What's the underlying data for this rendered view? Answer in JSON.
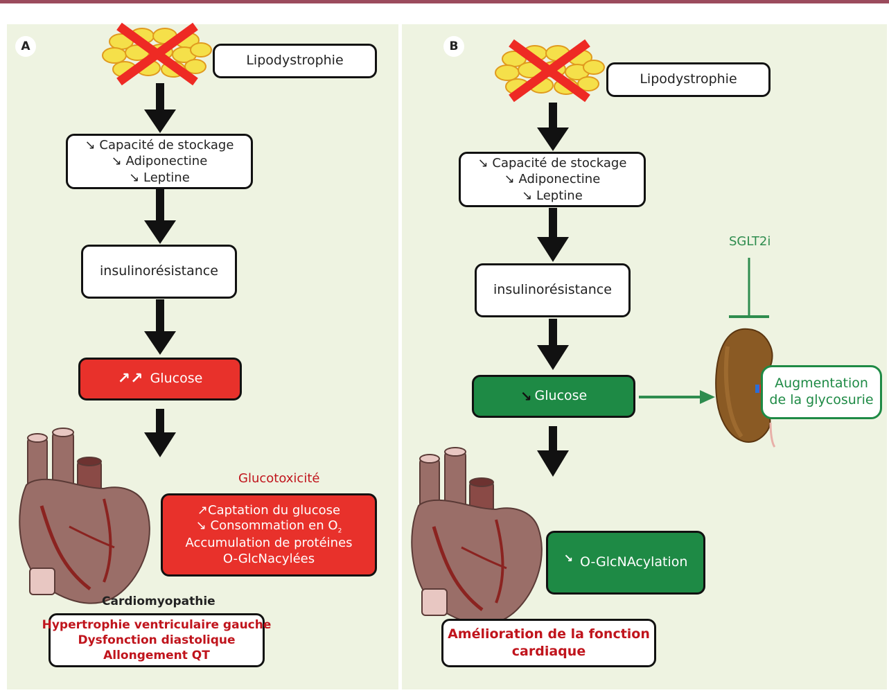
{
  "panel_a": {
    "label": "A",
    "lipodystrophy": "Lipodystrophie",
    "storage": [
      "↘ Capacité de stockage",
      "↘ Adiponectine",
      "↘ Leptine"
    ],
    "insulin_resistance": "insulinorésistance",
    "glucose": "Glucose",
    "glucose_arrows": "↗↗",
    "glucotoxicity_title": "Glucotoxicité",
    "glucotoxicity_lines": [
      "↗Captation du glucose",
      "↘ Consommation en O",
      "Accumulation de protéines",
      "O-GlcNacylées"
    ],
    "o2_subscript": "2",
    "cardiomyopathy": "Cardiomyopathie",
    "outcomes": [
      "Hypertrophie ventriculaire gauche",
      "Dysfonction diastolique",
      "Allongement QT"
    ]
  },
  "panel_b": {
    "label": "B",
    "lipodystrophy": "Lipodystrophie",
    "storage": [
      "↘ Capacité de stockage",
      "↘ Adiponectine",
      "↘ Leptine"
    ],
    "insulin_resistance": "insulinorésistance",
    "glucose": "Glucose",
    "glucose_arrow": "↘",
    "sglt2i": "SGLT2i",
    "glycosuria": [
      "Augmentation",
      "de la glycosurie"
    ],
    "oglcnac": "O-GlcNAcylation",
    "oglcnac_arrow": "↘",
    "outcome": [
      "Amélioration de la fonction",
      "cardiaque"
    ]
  },
  "colors": {
    "red": "#e8312b",
    "green": "#1e8a45",
    "dark_red_text": "#c0141c",
    "panel_bg": "#eef3e1",
    "top_bar": "#9b4b5d"
  }
}
